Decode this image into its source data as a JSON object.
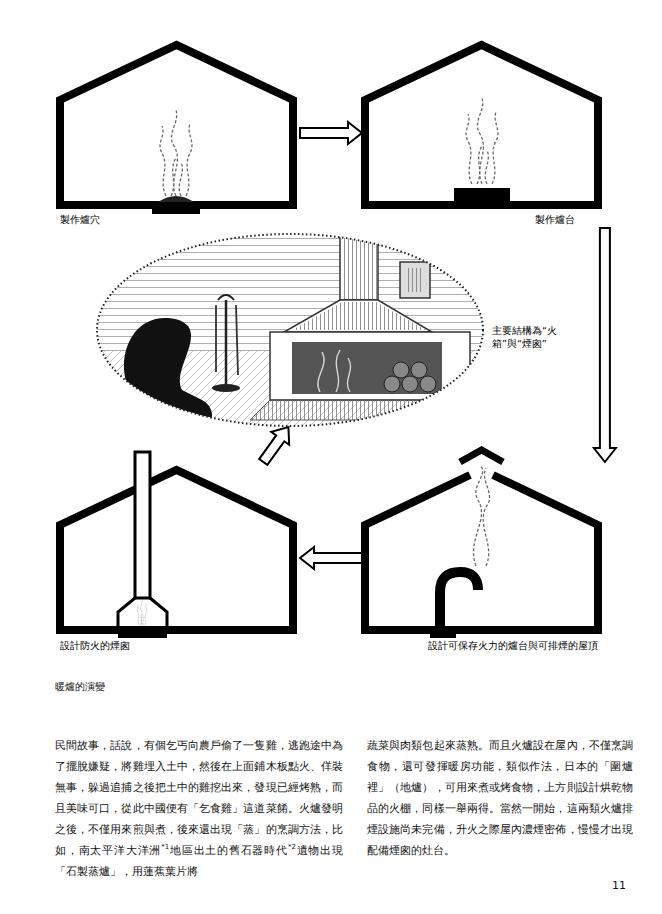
{
  "diagram": {
    "caption": "暖爐的演變",
    "nodes": [
      {
        "text": [
          "製作爐穴"
        ]
      },
      {
        "text": [
          "製作爐台"
        ]
      },
      {
        "text": [
          "主要結構為“火箱”與“煙囪”"
        ]
      },
      {
        "text": [
          "設計防火的煙囪"
        ]
      },
      {
        "text": [
          "設計可保存火力的爐台與可排煙的屋頂"
        ]
      }
    ],
    "edges": [
      {
        "from": 0,
        "to": 1,
        "arrow": "to"
      },
      {
        "from": 1,
        "to": 4,
        "arrow": "to"
      },
      {
        "from": 4,
        "to": 3,
        "arrow": "to"
      },
      {
        "from": 3,
        "to": 2,
        "arrow": "to"
      }
    ],
    "labels": [
      "民間故事，話說，有個乞丐向農戶偷了一隻雞，逃跑途中為了擺脫嫌疑，將雞埋入土中，然後在上面鋪木板點火、佯裝無事，躲過追捕之後把土中的雞挖出來，發現已經烤熟，而且美味可口，從此中國便有「乞食雞」這道菜餚。火爐發明之後，不僅用來煎與煮，後來還出現「蒸」的烹調方法，比如，南太平洋大洋洲",
      "*1",
      "地區出土的舊石器時代",
      "*2",
      "遺物出現「石製蒸爐」，用蓮蕉葉片將",
      "蔬菜與肉類包起來蒸熟。而且火爐設在屋內，不僅烹調食物，還可發揮暖房功能，類似作法，日本的「圍爐裡」（地爐），可用來煮或烤食物，上方則設計烘乾物品的火棚，同樣一舉兩得。當然一開始，這兩類火爐排煙設施尚未完備，升火之際屋內濃煙密佈，慢慢才出現配備煙囪的灶台。",
      "11"
    ]
  }
}
